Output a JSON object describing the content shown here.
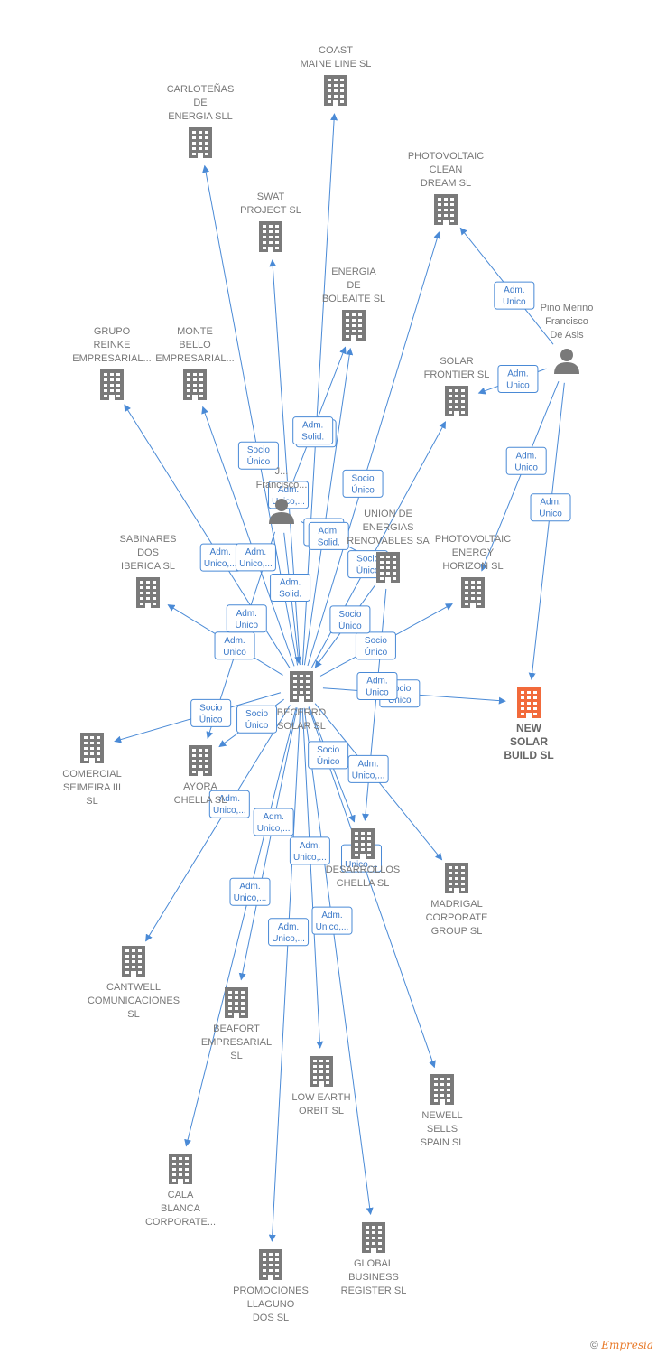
{
  "colors": {
    "edge": "#4a8ad6",
    "building": "#7a7a7a",
    "focus_building": "#f26a3b",
    "person": "#7a7a7a"
  },
  "nodes": [
    {
      "id": "coast",
      "kind": "company",
      "label": [
        "COAST",
        "MAINE LINE  SL"
      ]
    },
    {
      "id": "carlotenas",
      "kind": "company",
      "label": [
        "CARLOTEÑAS",
        "DE",
        "ENERGIA SLL"
      ]
    },
    {
      "id": "photo_clean",
      "kind": "company",
      "label": [
        "PHOTOVOLTAIC",
        "CLEAN",
        "DREAM  SL"
      ]
    },
    {
      "id": "swat",
      "kind": "company",
      "label": [
        "SWAT",
        "PROJECT  SL"
      ]
    },
    {
      "id": "energia_bolbaite",
      "kind": "company",
      "label": [
        "ENERGIA",
        "DE",
        "BOLBAITE  SL"
      ]
    },
    {
      "id": "pino",
      "kind": "person",
      "label": [
        "Pino Merino",
        "Francisco",
        "De Asis"
      ]
    },
    {
      "id": "grupo_reinke",
      "kind": "company",
      "label": [
        "GRUPO",
        "REINKE",
        "EMPRESARIAL..."
      ]
    },
    {
      "id": "monte_bello",
      "kind": "company",
      "label": [
        "MONTE",
        "BELLO",
        "EMPRESARIAL..."
      ]
    },
    {
      "id": "solar_frontier",
      "kind": "company",
      "label": [
        "SOLAR",
        "FRONTIER  SL"
      ]
    },
    {
      "id": "person_j",
      "kind": "person",
      "label": [
        "J...",
        "Francisco..."
      ]
    },
    {
      "id": "union",
      "kind": "company",
      "label": [
        "UNION DE",
        "ENERGIAS",
        "RENOVABLES SA"
      ]
    },
    {
      "id": "sabinares",
      "kind": "company",
      "label": [
        "SABINARES",
        "DOS",
        "IBERICA  SL"
      ]
    },
    {
      "id": "photo_horizon",
      "kind": "company",
      "label": [
        "PHOTOVOLTAIC",
        "ENERGY",
        "HORIZON  SL"
      ]
    },
    {
      "id": "becerro",
      "kind": "company",
      "label": [
        "BECERRO",
        "SOLAR SL"
      ]
    },
    {
      "id": "new_solar",
      "kind": "focus",
      "label": [
        "NEW",
        "SOLAR",
        "BUILD  SL"
      ]
    },
    {
      "id": "comercial",
      "kind": "company",
      "label": [
        "COMERCIAL",
        "SEIMEIRA III",
        "SL"
      ]
    },
    {
      "id": "ayora",
      "kind": "company",
      "label": [
        "AYORA",
        "CHELLA  SL"
      ]
    },
    {
      "id": "desarrollos",
      "kind": "company",
      "label": [
        "DESARROLLOS",
        "CHELLA  SL"
      ]
    },
    {
      "id": "madrigal",
      "kind": "company",
      "label": [
        "MADRIGAL",
        "CORPORATE",
        "GROUP  SL"
      ]
    },
    {
      "id": "cantwell",
      "kind": "company",
      "label": [
        "CANTWELL",
        "COMUNICACIONES",
        "SL"
      ]
    },
    {
      "id": "beafort",
      "kind": "company",
      "label": [
        "BEAFORT",
        "EMPRESARIAL",
        "SL"
      ]
    },
    {
      "id": "low_earth",
      "kind": "company",
      "label": [
        "LOW EARTH",
        "ORBIT  SL"
      ]
    },
    {
      "id": "newell",
      "kind": "company",
      "label": [
        "NEWELL",
        "SELLS",
        "SPAIN  SL"
      ]
    },
    {
      "id": "cala_blanca",
      "kind": "company",
      "label": [
        "CALA",
        "BLANCA",
        "CORPORATE..."
      ]
    },
    {
      "id": "promociones",
      "kind": "company",
      "label": [
        "PROMOCIONES",
        "LLAGUNO",
        "DOS  SL"
      ]
    },
    {
      "id": "global",
      "kind": "company",
      "label": [
        "GLOBAL",
        "BUSINESS",
        "REGISTER  SL"
      ]
    }
  ],
  "edges": [
    {
      "from": "becerro",
      "to": "coast",
      "label": [
        "Adm.",
        "Unico"
      ]
    },
    {
      "from": "becerro",
      "to": "carlotenas",
      "label": [
        "Socio",
        "Único"
      ]
    },
    {
      "from": "becerro",
      "to": "swat",
      "label": [
        "Adm.",
        "Unico,..."
      ]
    },
    {
      "from": "becerro",
      "to": "energia_bolbaite",
      "label": [
        "Adm.",
        "Unico"
      ]
    },
    {
      "from": "becerro",
      "to": "photo_clean",
      "label": [
        "Socio",
        "Único"
      ]
    },
    {
      "from": "becerro",
      "to": "grupo_reinke",
      "label": [
        "Adm.",
        "Unico,..."
      ]
    },
    {
      "from": "becerro",
      "to": "monte_bello",
      "label": [
        "Adm.",
        "Unico,..."
      ]
    },
    {
      "from": "becerro",
      "to": "solar_frontier",
      "label": [
        "Socio",
        "Único"
      ]
    },
    {
      "from": "becerro",
      "to": "sabinares",
      "label": [
        "Adm.",
        "Unico"
      ]
    },
    {
      "from": "becerro",
      "to": "photo_horizon",
      "label": [
        "Socio",
        "Único"
      ]
    },
    {
      "from": "becerro",
      "to": "new_solar",
      "label": [
        "Socio",
        "Único"
      ]
    },
    {
      "from": "becerro",
      "to": "comercial",
      "label": [
        "Socio",
        "Único"
      ]
    },
    {
      "from": "becerro",
      "to": "ayora",
      "label": [
        "Socio",
        "Único"
      ]
    },
    {
      "from": "becerro",
      "to": "desarrollos",
      "label": [
        "Socio",
        "Único"
      ]
    },
    {
      "from": "becerro",
      "to": "madrigal",
      "label": [
        "Adm.",
        "Unico,..."
      ]
    },
    {
      "from": "becerro",
      "to": "cantwell",
      "label": [
        "Adm.",
        "Unico,..."
      ]
    },
    {
      "from": "becerro",
      "to": "beafort",
      "label": [
        "Adm.",
        "Unico,..."
      ]
    },
    {
      "from": "becerro",
      "to": "low_earth",
      "label": [
        "Adm.",
        "Unico,..."
      ]
    },
    {
      "from": "becerro",
      "to": "newell",
      "label": [
        "Adm.",
        "Unico,..."
      ]
    },
    {
      "from": "becerro",
      "to": "cala_blanca",
      "label": [
        "Adm.",
        "Unico,..."
      ]
    },
    {
      "from": "becerro",
      "to": "promociones",
      "label": [
        "Adm.",
        "Unico,..."
      ]
    },
    {
      "from": "becerro",
      "to": "global",
      "label": [
        "Adm.",
        "Unico,..."
      ]
    },
    {
      "from": "person_j",
      "to": "becerro",
      "label": [
        "Adm.",
        "Solid."
      ]
    },
    {
      "from": "person_j",
      "to": "energia_bolbaite",
      "label": [
        "Adm.",
        "Solid."
      ]
    },
    {
      "from": "person_j",
      "to": "union",
      "label": [
        "Adm.",
        "Solid."
      ]
    },
    {
      "from": "person_j",
      "to": "ayora",
      "label": [
        "Adm.",
        "Unico"
      ]
    },
    {
      "from": "union",
      "to": "becerro",
      "label": [
        "Socio",
        "Único"
      ]
    },
    {
      "from": "pino",
      "to": "photo_clean",
      "label": [
        "Adm.",
        "Unico"
      ]
    },
    {
      "from": "pino",
      "to": "solar_frontier",
      "label": [
        "Adm.",
        "Unico"
      ]
    },
    {
      "from": "pino",
      "to": "photo_horizon",
      "label": [
        "Adm.",
        "Unico"
      ]
    },
    {
      "from": "pino",
      "to": "new_solar",
      "label": [
        "Adm.",
        "Unico"
      ]
    },
    {
      "from": "union",
      "to": "desarrollos",
      "label": [
        "Adm.",
        "Unico"
      ]
    }
  ],
  "footer": {
    "copyright": "©",
    "brand": "Empresia"
  }
}
